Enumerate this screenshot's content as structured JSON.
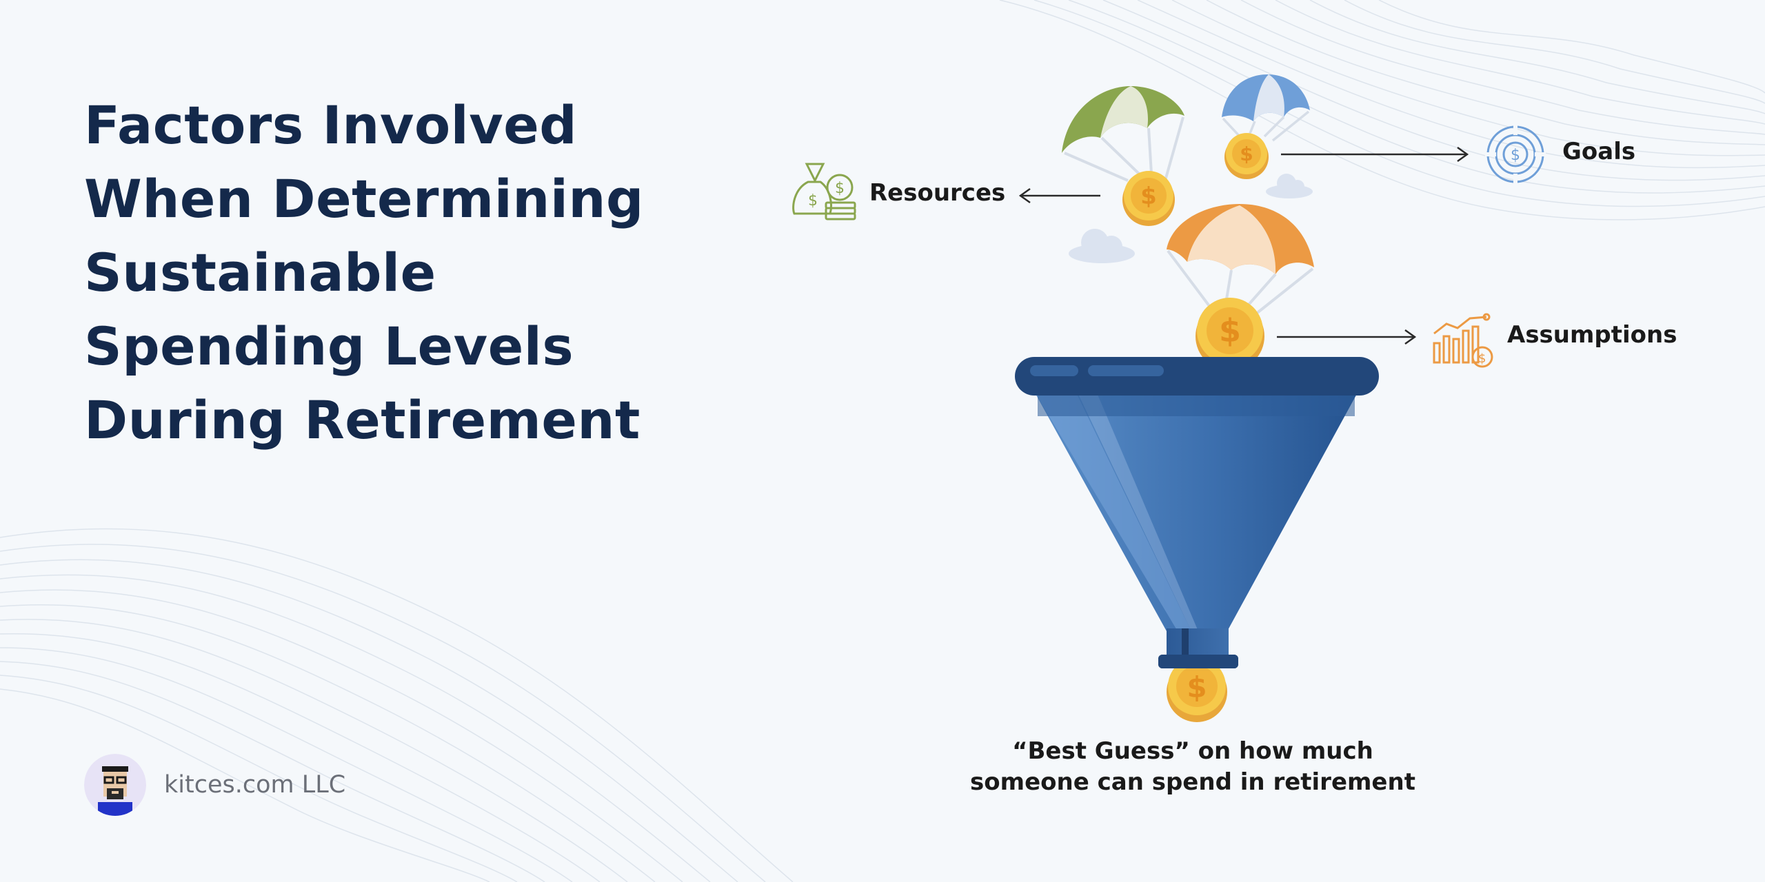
{
  "title": {
    "lines": [
      "Factors Involved",
      "When Determining",
      "Sustainable",
      "Spending Levels",
      "During Retirement"
    ]
  },
  "diagram": {
    "labels": {
      "resources": "Resources",
      "goals": "Goals",
      "assumptions": "Assumptions"
    },
    "caption": {
      "line1": "“Best Guess” on how much",
      "line2": "someone can spend in retirement"
    },
    "coin_symbol": "$",
    "icons": [
      "money-bag-icon",
      "target-icon",
      "growth-chart-icon"
    ],
    "colors": {
      "title": "#14294b",
      "funnel": "#2f5c9b",
      "parachute_green": "#8aa64e",
      "parachute_blue": "#6f9fd8",
      "parachute_orange": "#ec9a44",
      "coin": "#f4be3a",
      "resources_icon": "#8aa64e",
      "goals_icon": "#6f9fd8",
      "assumptions_icon": "#ec9a44"
    }
  },
  "footer": {
    "brand": "kitces.com LLC"
  }
}
